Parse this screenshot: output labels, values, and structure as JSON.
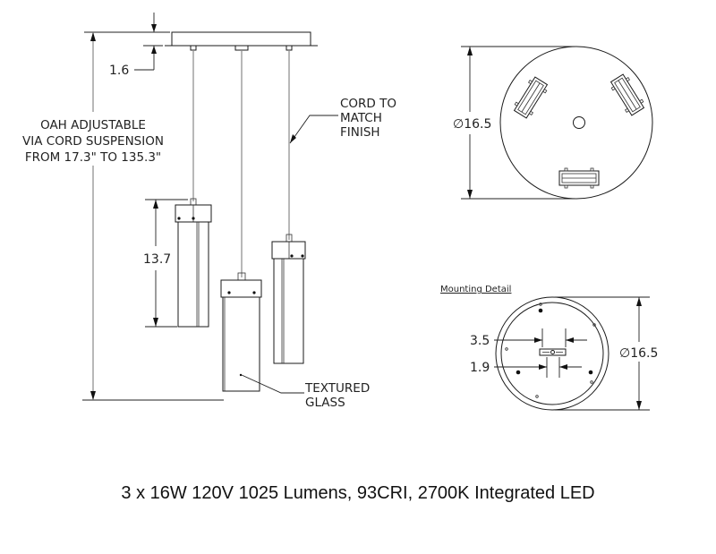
{
  "drawing": {
    "title": "3-Light Pendant Technical Drawing",
    "side_view": {
      "dimension_canopy_thickness": "1.6",
      "dimension_pendant_height": "13.7",
      "oah_note_lines": [
        "OAH ADJUSTABLE",
        "VIA CORD SUSPENSION",
        "FROM 17.3\" TO 135.3\""
      ],
      "cord_note_lines": [
        "CORD TO",
        "MATCH",
        "FINISH"
      ],
      "glass_note_lines": [
        "TEXTURED",
        "GLASS"
      ],
      "pendant_count": 3
    },
    "top_view": {
      "diameter_label": "∅16.5",
      "diameter_symbol": "∅",
      "diameter_value": "16.5"
    },
    "mounting_detail": {
      "title": "Mounting  Detail",
      "dimension_a": "3.5",
      "dimension_b": "1.9",
      "diameter_label": "∅16.5"
    },
    "spec_caption": "3 x 16W 120V 1025 Lumens, 93CRI, 2700K Integrated LED"
  },
  "colors": {
    "line": "#1a1a1a",
    "cord": "#888888",
    "background": "#ffffff"
  }
}
